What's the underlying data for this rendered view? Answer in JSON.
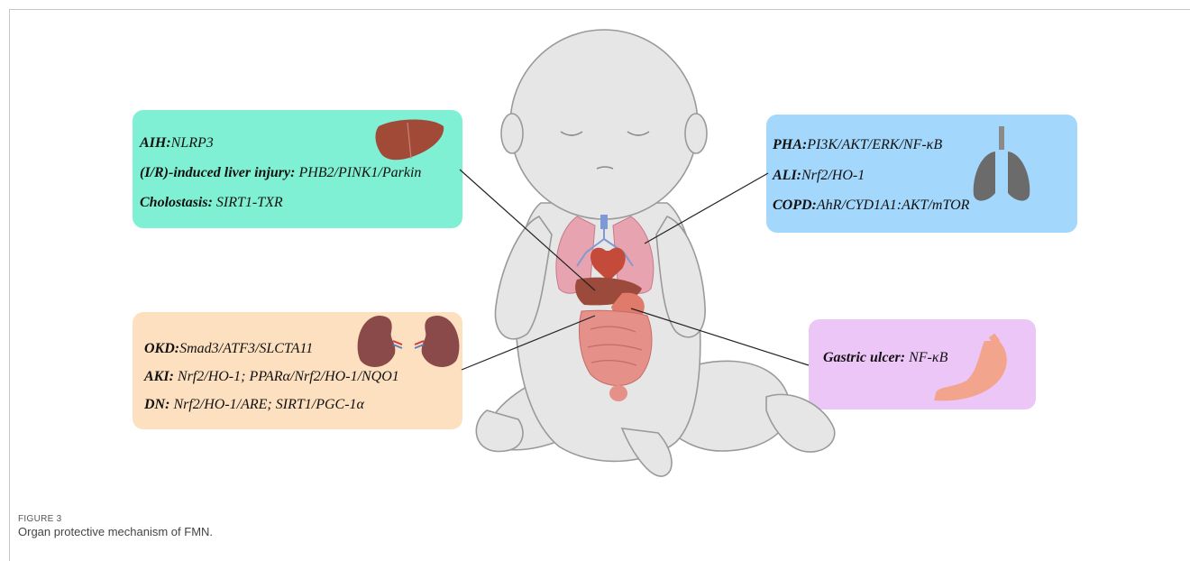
{
  "liver_box": {
    "lines": [
      {
        "label": "AIH:",
        "mechanism": "NLRP3"
      },
      {
        "label": "(I/R)-induced liver injury:",
        "mechanism": " PHB2/PINK1/Parkin"
      },
      {
        "label": "Cholostasis:",
        "mechanism": " SIRT1-TXR"
      }
    ]
  },
  "lung_box": {
    "lines": [
      {
        "label": "PHA:",
        "mechanism": "PI3K/AKT/ERK/NF-κB"
      },
      {
        "label": "ALI:",
        "mechanism": "Nrf2/HO-1"
      },
      {
        "label": "COPD:",
        "mechanism": "AhR/CYD1A1:AKT/mTOR"
      }
    ]
  },
  "kidney_box": {
    "lines": [
      {
        "label": "OKD:",
        "mechanism": "Smad3/ATF3/SLCTA11"
      },
      {
        "label": "AKI:",
        "mechanism": " Nrf2/HO-1; PPARα/Nrf2/HO-1/NQO1"
      },
      {
        "label": "DN:",
        "mechanism": " Nrf2/HO-1/ARE; SIRT1/PGC-1α"
      }
    ]
  },
  "stomach_box": {
    "lines": [
      {
        "label": "Gastric ulcer:",
        "mechanism": " NF-κB"
      }
    ]
  },
  "caption": {
    "label": "FIGURE 3",
    "text": "Organ protective mechanism of FMN."
  },
  "colors": {
    "liver_box": "#7ff0d4",
    "lung_box": "#a3d7fb",
    "kidney_box": "#fde0c0",
    "stomach_box": "#ecc6f6",
    "skin": "#e6e6e6",
    "skin_outline": "#9a9a9a"
  }
}
